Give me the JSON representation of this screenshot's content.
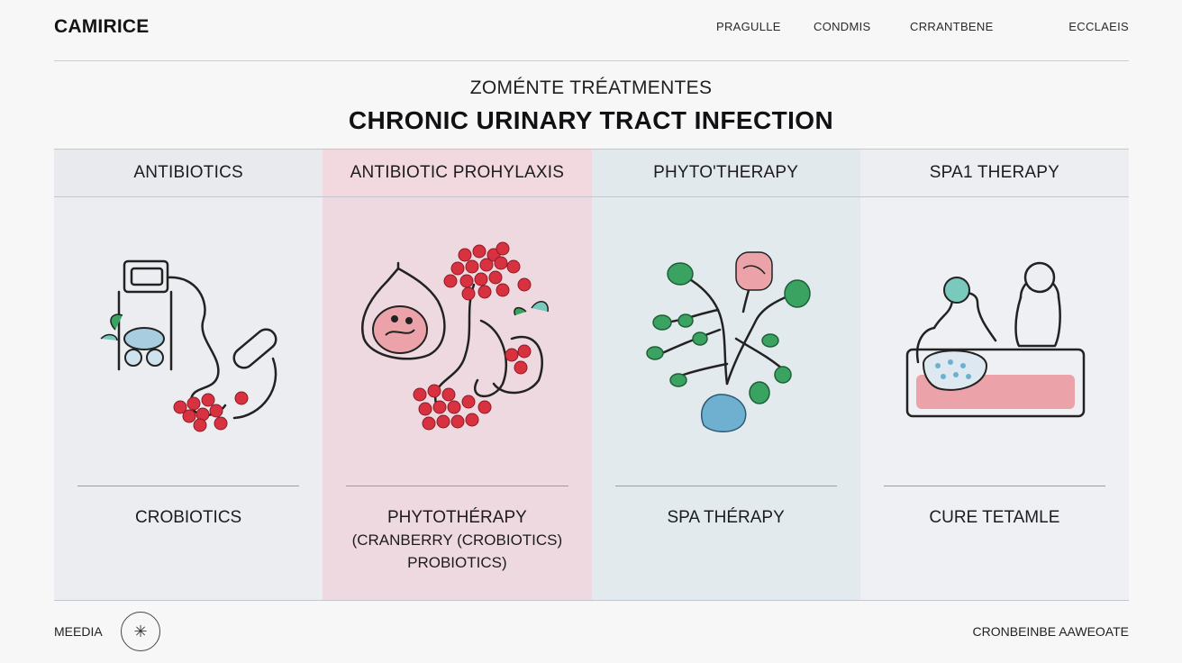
{
  "header": {
    "logo": "CAMIRICE",
    "nav": [
      "PRAGULLE",
      "CONDMIS",
      "CRRANTBENE",
      "ECCLAEIS"
    ]
  },
  "hero": {
    "subtitle": "ZOMÉNTE TRÉATMENTES",
    "title": "CHRONIC URINARY TRACT INFECTION"
  },
  "columns": [
    {
      "heading": "ANTIBIOTICS",
      "footer_title": "CROBIOTICS",
      "footer_lines": [],
      "icon": "inhaler-tube-berries-icon"
    },
    {
      "heading": "ANTIBIOTIC PROHYLAXIS",
      "footer_title": "PHYTOTHÉRAPY",
      "footer_lines": [
        "(CRANBERRY (CROBIOTICS)",
        "PROBIOTICS)"
      ],
      "icon": "bladder-cranberry-icon"
    },
    {
      "heading": "PHYTO'THERAPY",
      "footer_title": "SPA THÉRAPY",
      "footer_lines": [],
      "icon": "herbal-branch-icon"
    },
    {
      "heading": "SPA1 THERAPY",
      "footer_title": "CURE TETAMLE",
      "footer_lines": [],
      "icon": "spa-bath-icon"
    }
  ],
  "footer": {
    "left_label": "MEEDIA",
    "button_icon": "asterisk-icon",
    "button_glyph": "✳",
    "right_label": "CRONBEINBE AAWEOATE"
  },
  "colors": {
    "cranberry": "#d8313f",
    "leaf": "#3aa362",
    "pink": "#eba2a8",
    "teal": "#79c9bd",
    "blue": "#6fb0d0"
  }
}
